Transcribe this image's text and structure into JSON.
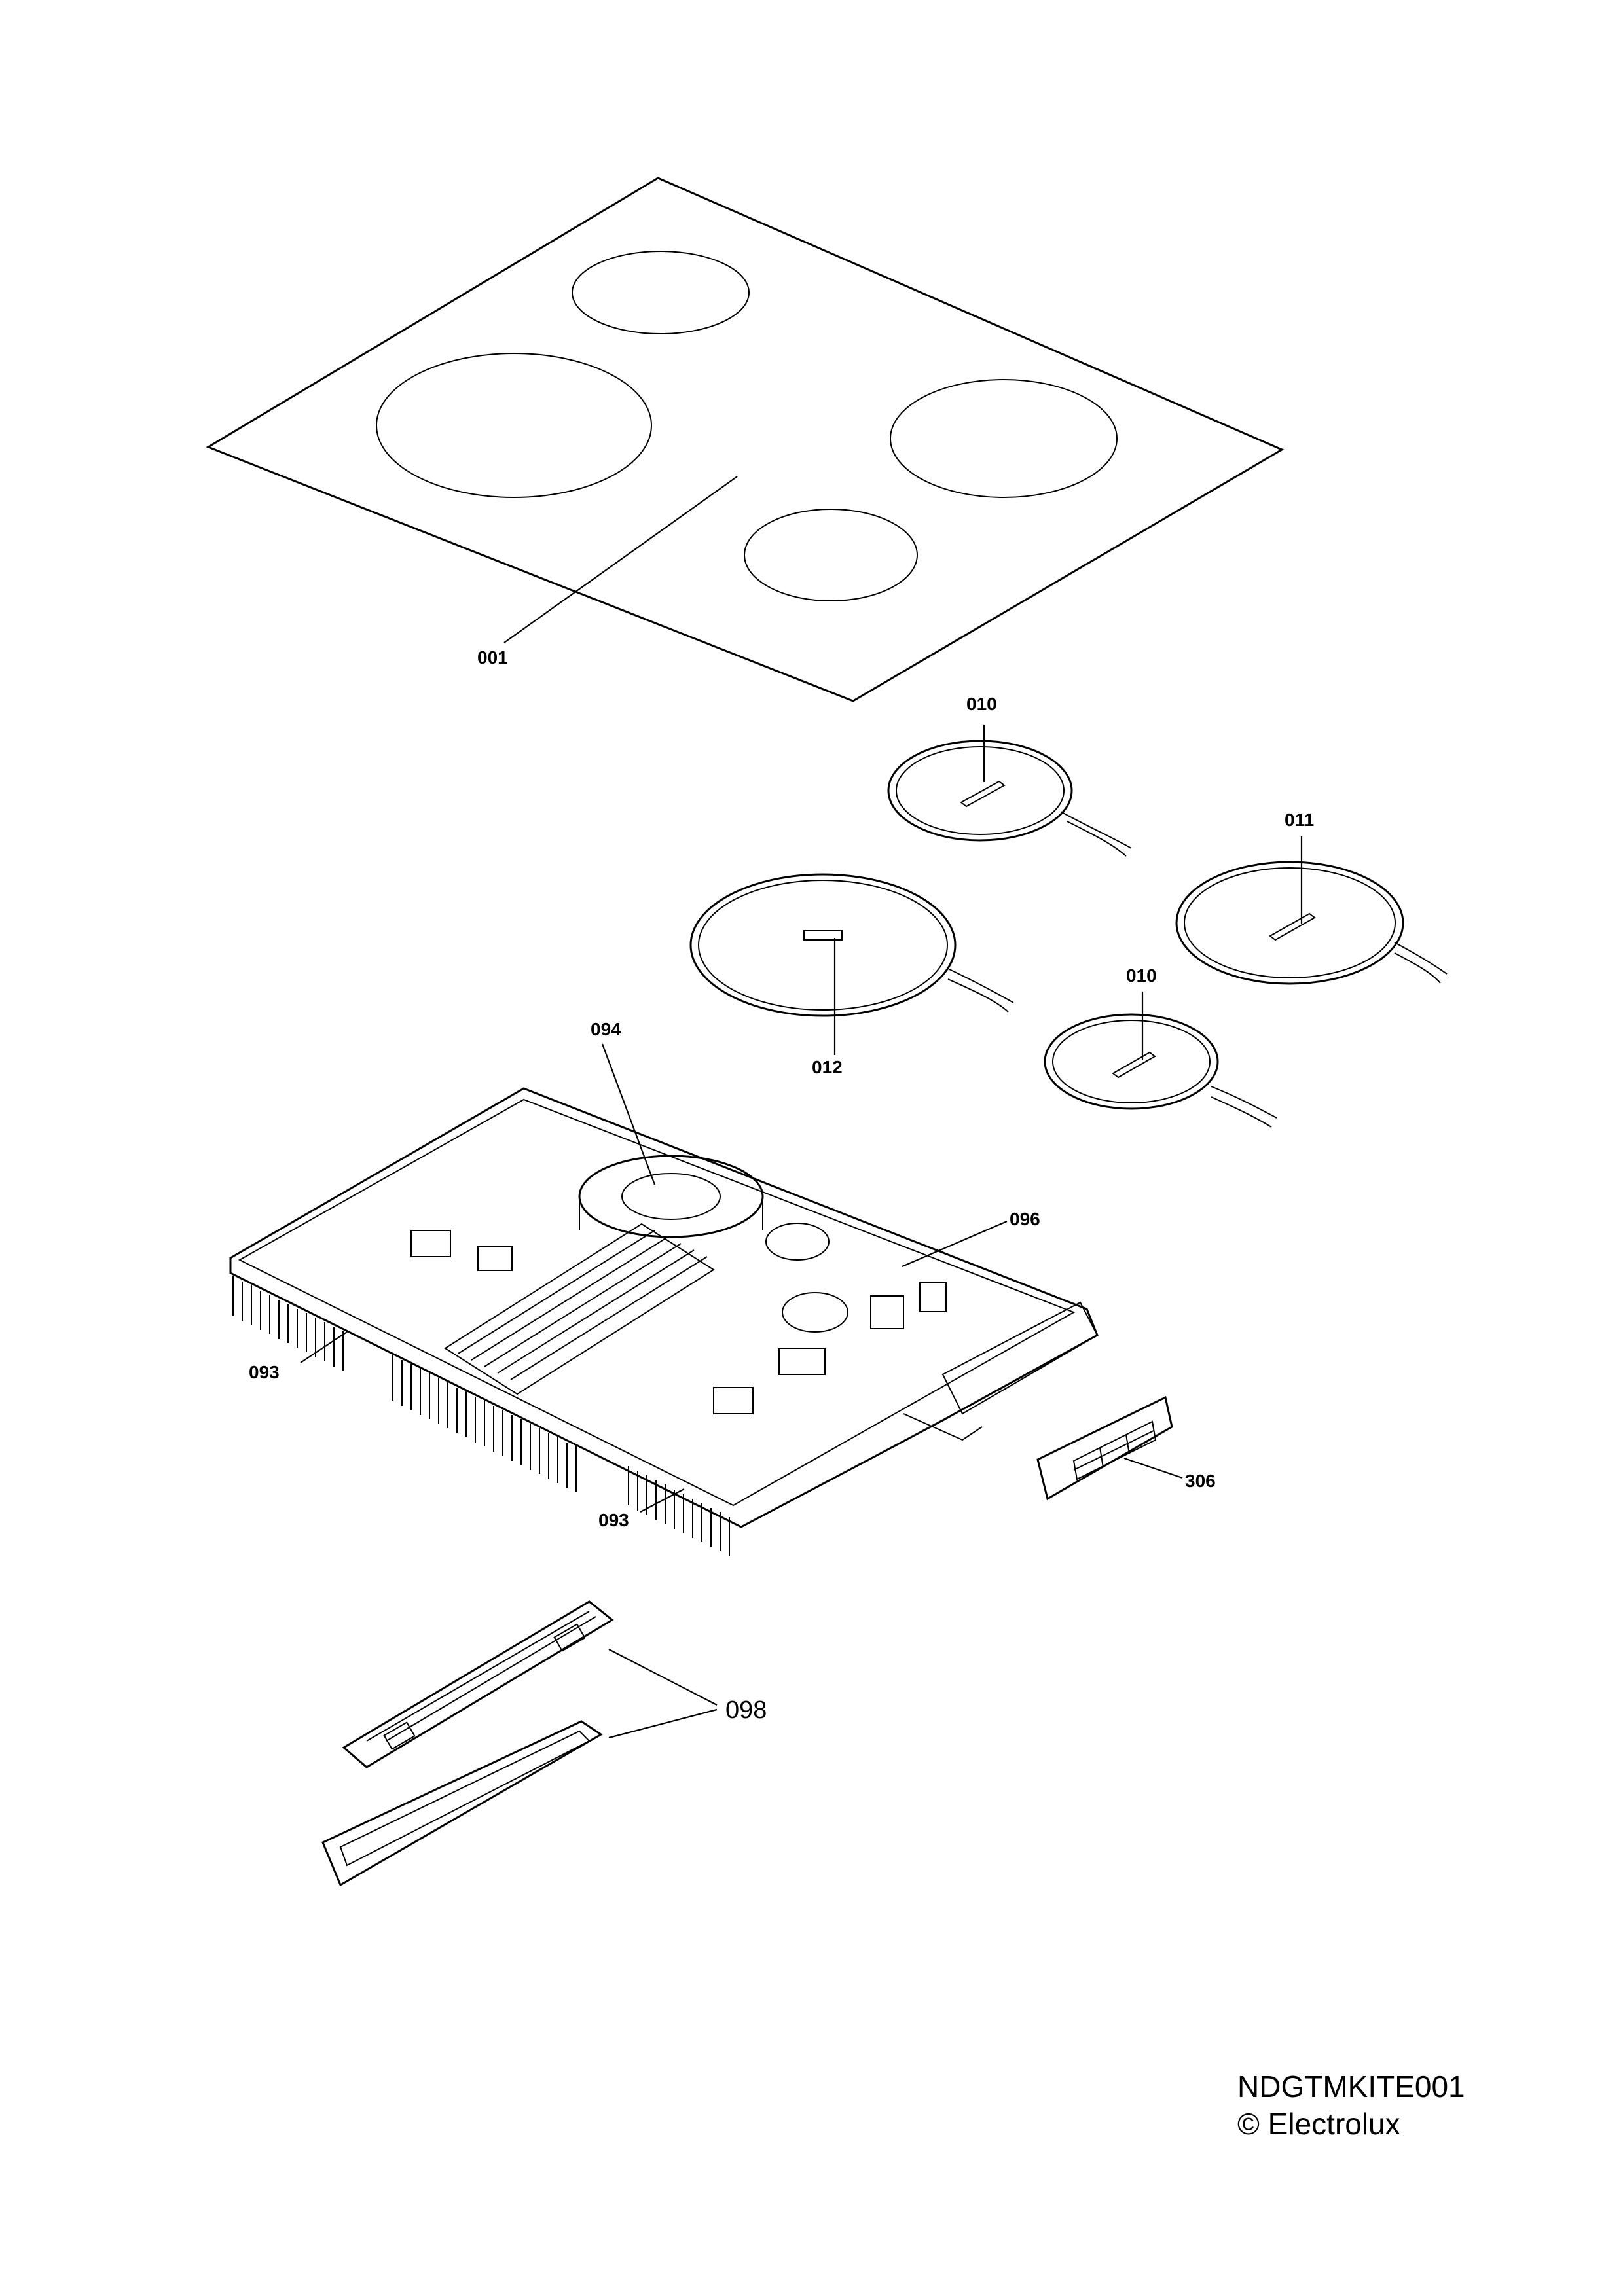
{
  "callouts": {
    "glass_top": "001",
    "zone_small_a": "010",
    "zone_medium": "011",
    "zone_large": "012",
    "zone_small_b": "010",
    "fan": "094",
    "power_board": "096",
    "heatsink_left": "093",
    "heatsink_bottom": "093",
    "filter_grille": "306",
    "control_unit": "098"
  },
  "footer": {
    "drawing_code": "NDGTMKITE001",
    "copyright": "© Electrolux"
  }
}
